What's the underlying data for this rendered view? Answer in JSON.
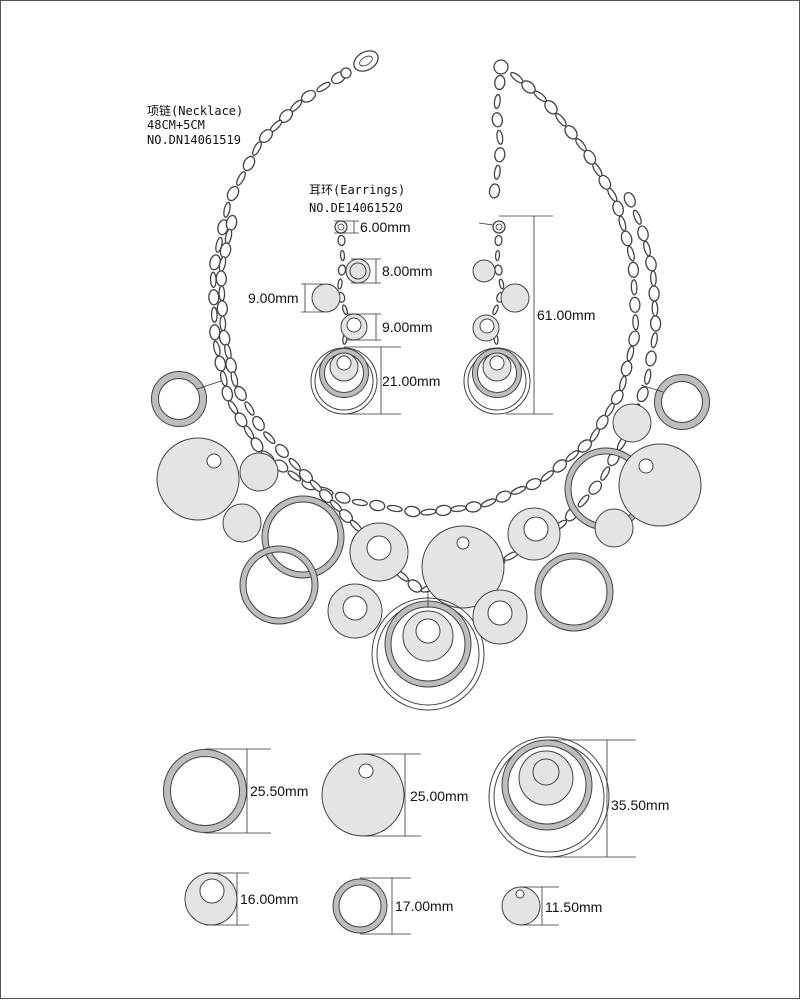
{
  "necklace": {
    "title": "项链(Necklace)",
    "length": "48CM+5CM",
    "number": "NO.DN14061519"
  },
  "earrings": {
    "title": "耳环(Earrings)",
    "number": "NO.DE14061520",
    "dimensions": {
      "stud": "6.00mm",
      "upper_disc": "8.00mm",
      "side_disc": "9.00mm",
      "lower_disc": "9.00mm",
      "rings": "21.00mm",
      "total_length": "61.00mm"
    }
  },
  "components": {
    "ring_large": "25.50mm",
    "disc_large": "25.00mm",
    "ring_cluster": "35.50mm",
    "disc_medium": "16.00mm",
    "ring_small": "17.00mm",
    "disc_small": "11.50mm"
  },
  "colors": {
    "fill": "#e4e4e4",
    "ring": "#bdbdbd",
    "line": "#444444"
  }
}
